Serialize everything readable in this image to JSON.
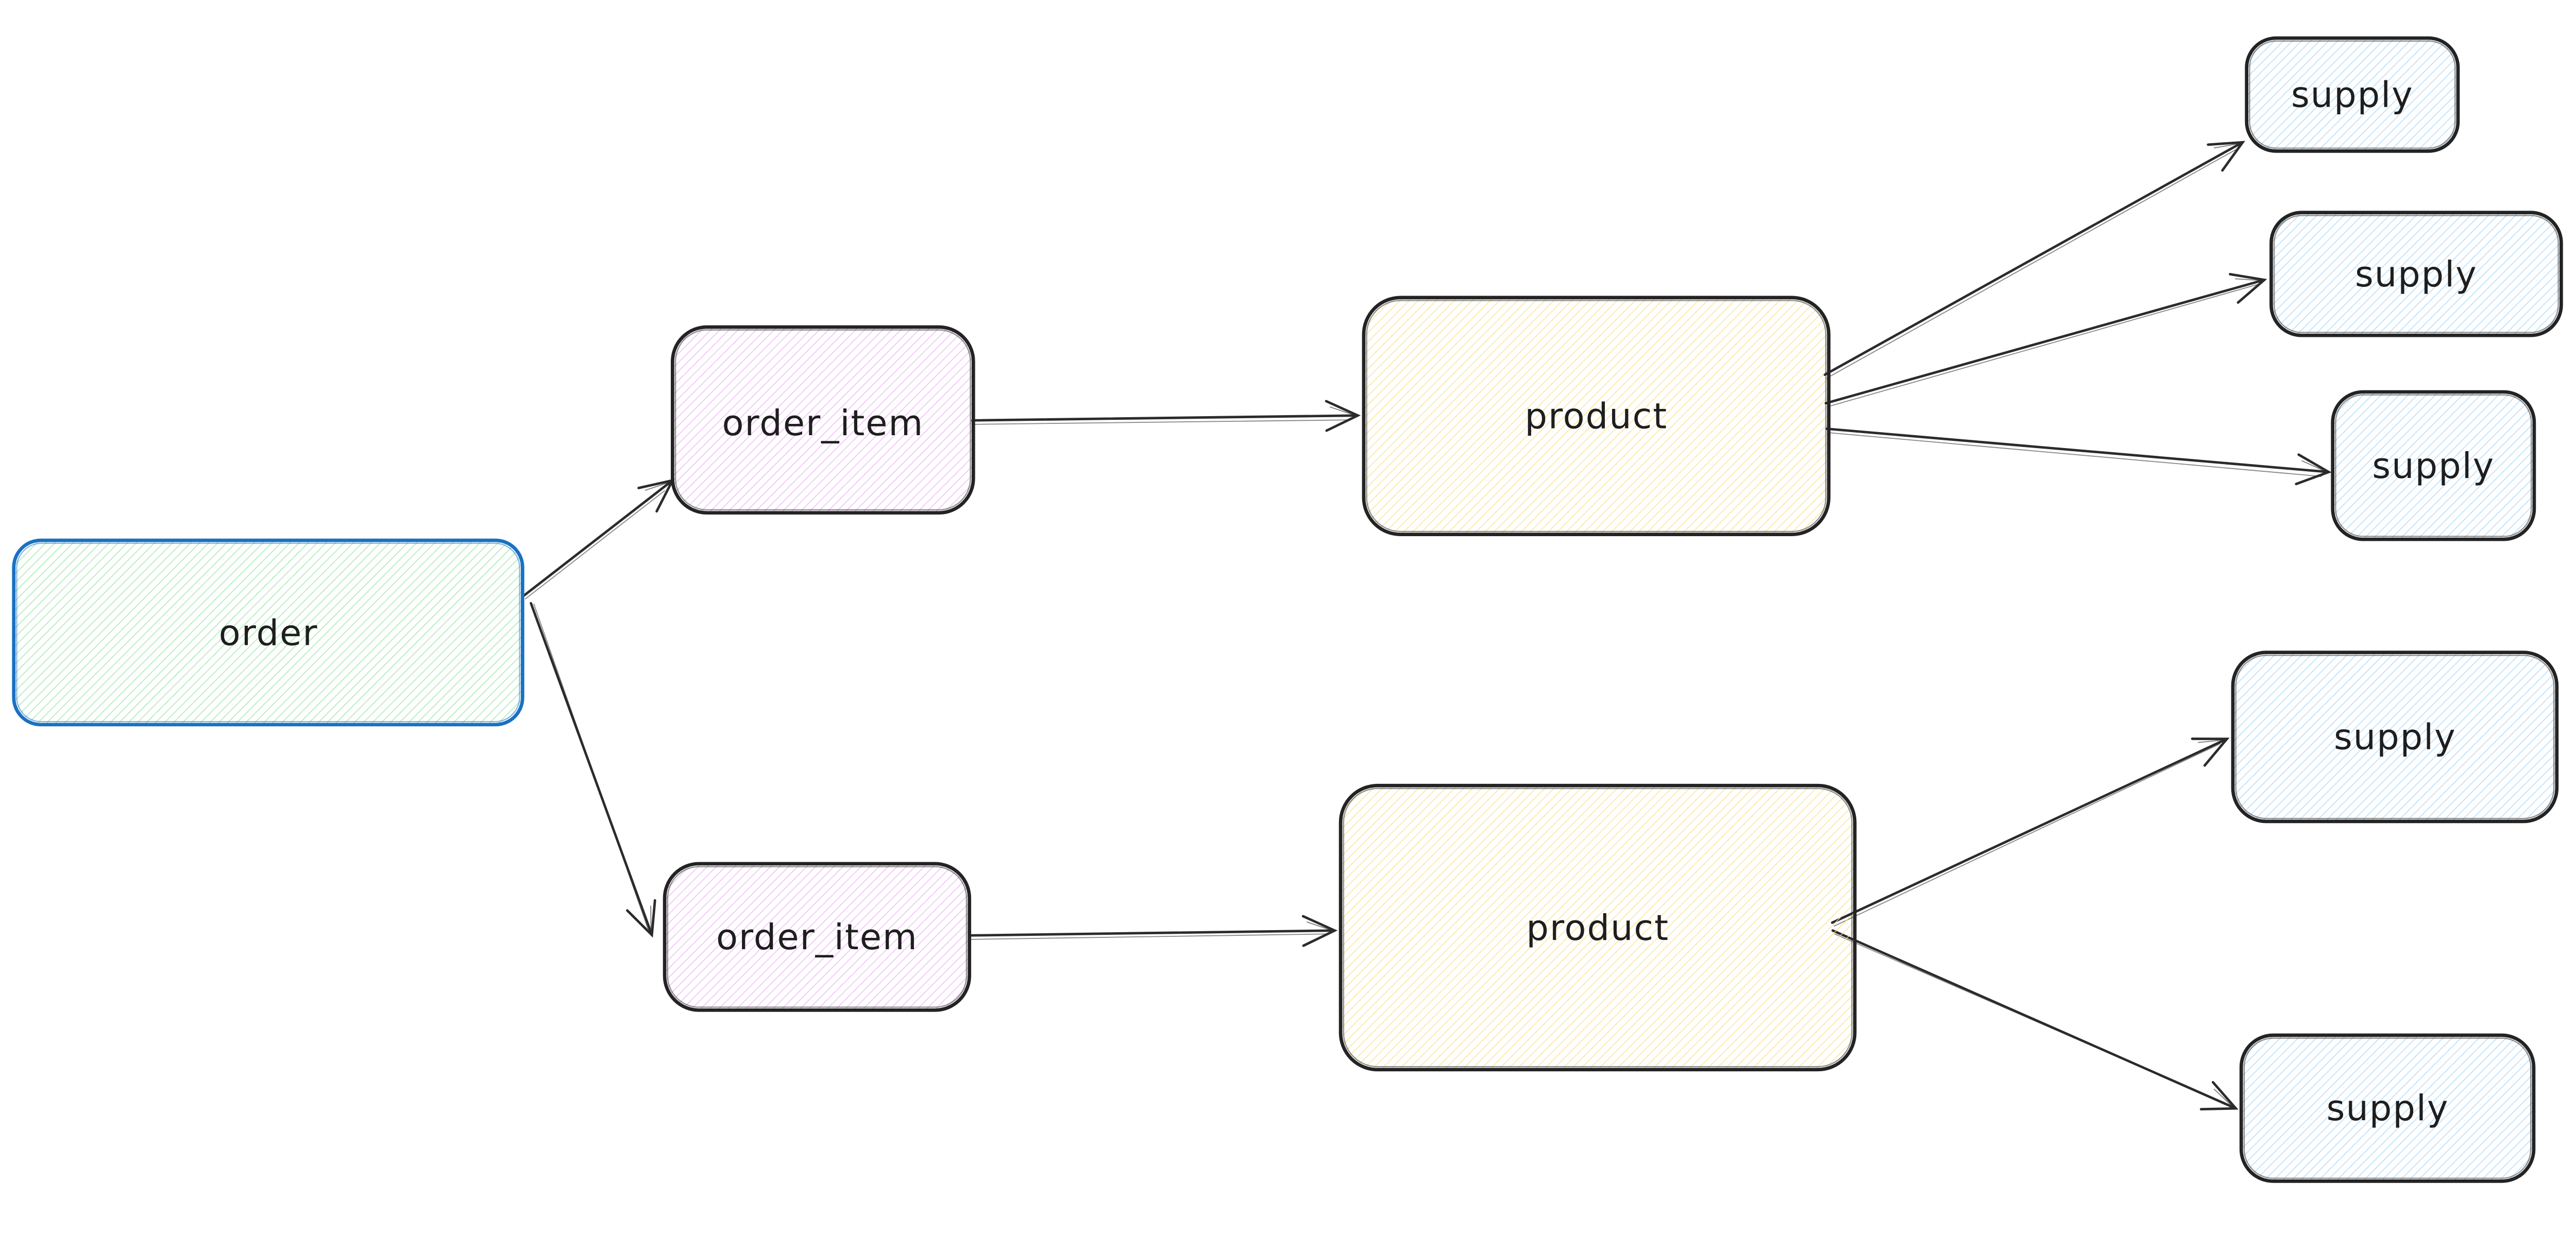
{
  "app": {
    "kind": "whiteboard-diagram",
    "background_color": "#ffffff",
    "stroke_default_color": "#1e1e1e",
    "arrow_color": "#2b2b2b"
  },
  "diagram": {
    "nodes": [
      {
        "id": "order",
        "label": "order",
        "fill_color": "#b2f2bb",
        "hachure_color": "#97e6a5",
        "stroke_color": "#1971c2"
      },
      {
        "id": "order_item_1",
        "label": "order_item",
        "fill_color": "#eebefa",
        "hachure_color": "#eeaff5",
        "stroke_color": "#232323"
      },
      {
        "id": "order_item_2",
        "label": "order_item",
        "fill_color": "#eebefa",
        "hachure_color": "#eeaff5",
        "stroke_color": "#232323"
      },
      {
        "id": "product_1",
        "label": "product",
        "fill_color": "#ffec99",
        "hachure_color": "#fadf87",
        "stroke_color": "#232323"
      },
      {
        "id": "product_2",
        "label": "product",
        "fill_color": "#ffec99",
        "hachure_color": "#fadf87",
        "stroke_color": "#232323"
      },
      {
        "id": "supply_1",
        "label": "supply",
        "fill_color": "#a5d8ff",
        "hachure_color": "#a6d7fb",
        "stroke_color": "#232323"
      },
      {
        "id": "supply_2",
        "label": "supply",
        "fill_color": "#a5d8ff",
        "hachure_color": "#a6d7fb",
        "stroke_color": "#232323"
      },
      {
        "id": "supply_3",
        "label": "supply",
        "fill_color": "#a5d8ff",
        "hachure_color": "#a6d7fb",
        "stroke_color": "#232323"
      },
      {
        "id": "supply_4",
        "label": "supply",
        "fill_color": "#a5d8ff",
        "hachure_color": "#a6d7fb",
        "stroke_color": "#232323"
      },
      {
        "id": "supply_5",
        "label": "supply",
        "fill_color": "#a5d8ff",
        "hachure_color": "#a6d7fb",
        "stroke_color": "#232323"
      }
    ],
    "edges": [
      {
        "from": "order",
        "to": "order_item_1"
      },
      {
        "from": "order",
        "to": "order_item_2"
      },
      {
        "from": "order_item_1",
        "to": "product_1"
      },
      {
        "from": "order_item_2",
        "to": "product_2"
      },
      {
        "from": "product_1",
        "to": "supply_1"
      },
      {
        "from": "product_1",
        "to": "supply_2"
      },
      {
        "from": "product_1",
        "to": "supply_3"
      },
      {
        "from": "product_2",
        "to": "supply_4"
      },
      {
        "from": "product_2",
        "to": "supply_5"
      }
    ]
  }
}
